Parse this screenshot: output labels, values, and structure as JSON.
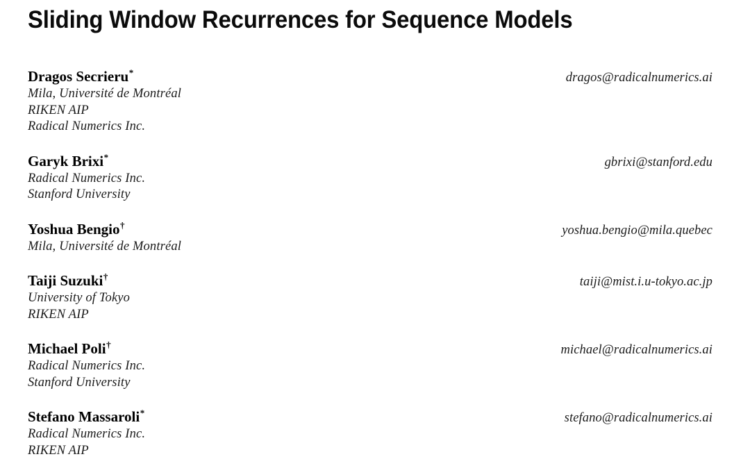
{
  "paper": {
    "title": "Sliding Window Recurrences for Sequence Models",
    "authors": [
      {
        "name": "Dragos Secrieru",
        "marker": "*",
        "email": "dragos@radicalnumerics.ai",
        "affiliations": [
          "Mila, Université de Montréal",
          "RIKEN AIP",
          "Radical Numerics Inc."
        ]
      },
      {
        "name": "Garyk Brixi",
        "marker": "*",
        "email": "gbrixi@stanford.edu",
        "affiliations": [
          "Radical Numerics Inc.",
          "Stanford University"
        ]
      },
      {
        "name": "Yoshua Bengio",
        "marker": "†",
        "email": "yoshua.bengio@mila.quebec",
        "affiliations": [
          "Mila, Université de Montréal"
        ]
      },
      {
        "name": "Taiji Suzuki",
        "marker": "†",
        "email": "taiji@mist.i.u-tokyo.ac.jp",
        "affiliations": [
          "University of Tokyo",
          "RIKEN AIP"
        ]
      },
      {
        "name": "Michael Poli",
        "marker": "†",
        "email": "michael@radicalnumerics.ai",
        "affiliations": [
          "Radical Numerics Inc.",
          "Stanford University"
        ]
      },
      {
        "name": "Stefano Massaroli",
        "marker": "*",
        "email": "stefano@radicalnumerics.ai",
        "affiliations": [
          "Radical Numerics Inc.",
          "RIKEN AIP"
        ]
      }
    ]
  },
  "colors": {
    "page_background": "#ffffff",
    "title_text": "#0b0b0b",
    "body_text": "#1a1a1a"
  }
}
